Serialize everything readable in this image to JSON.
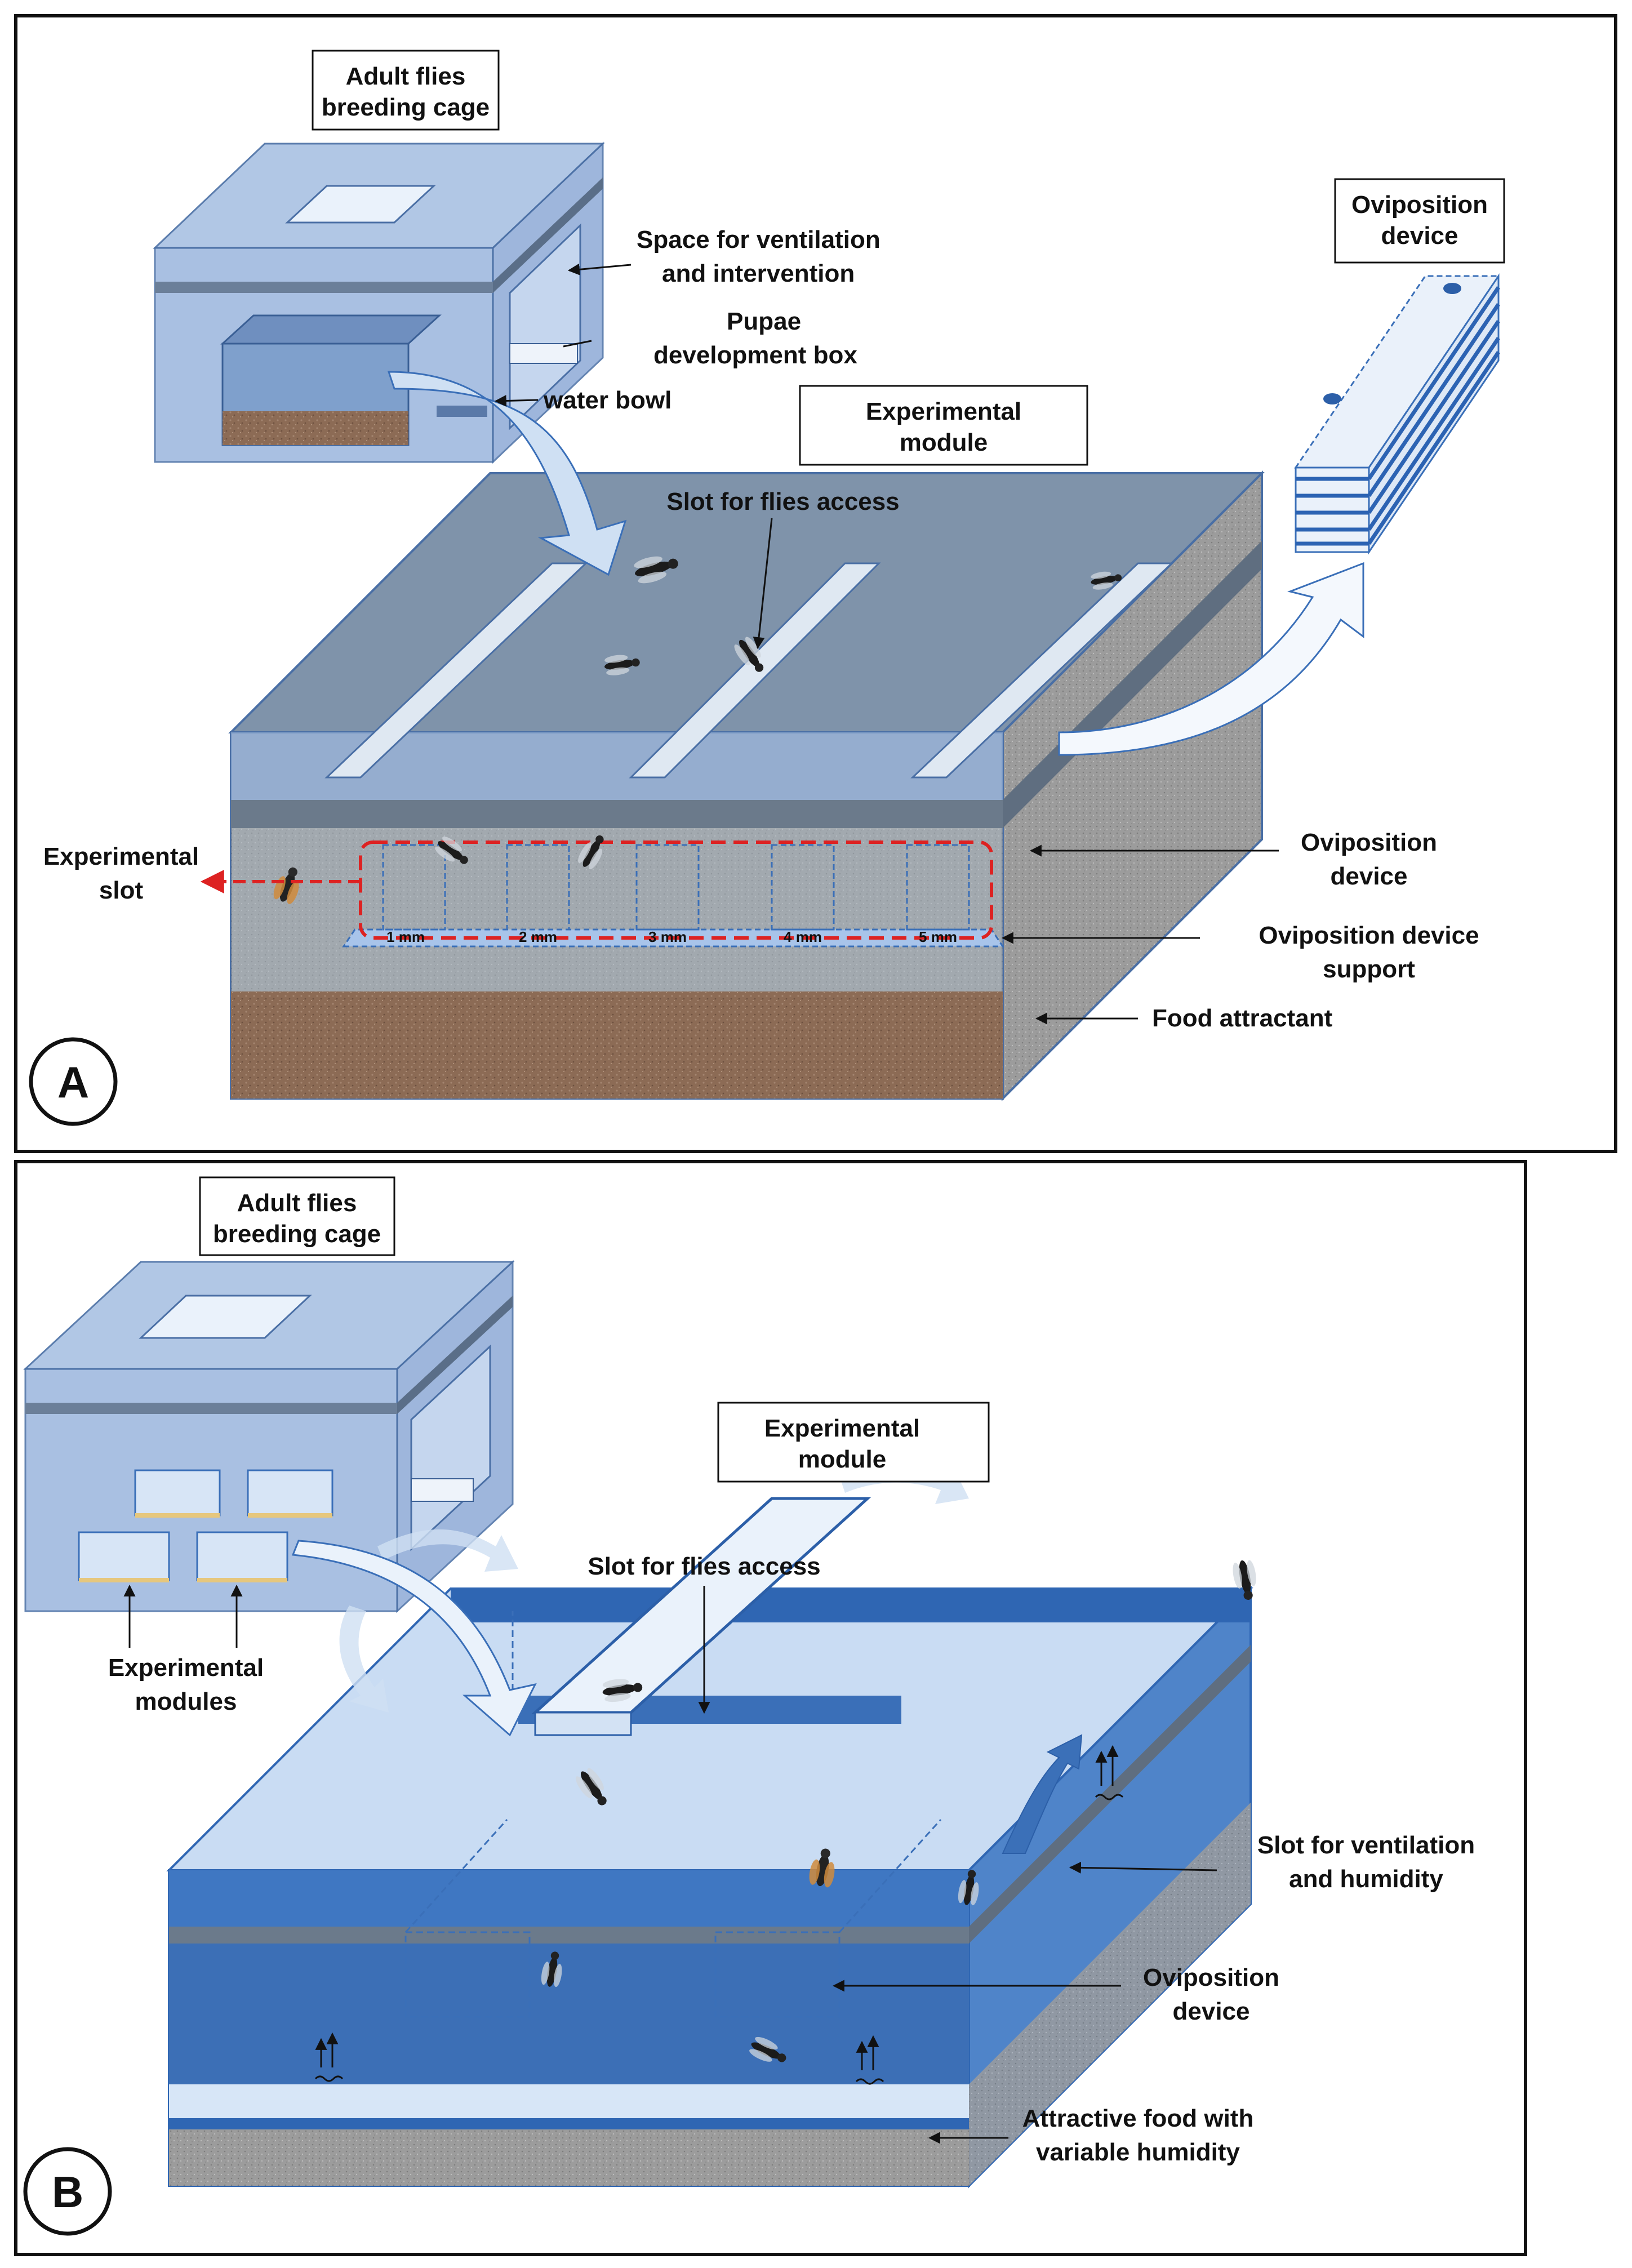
{
  "panel_a": {
    "badge": "A",
    "breeding_cage_label": [
      "Adult flies",
      "breeding cage"
    ],
    "ventilation_space_label": [
      "Space for ventilation",
      "and intervention"
    ],
    "pupae_box_label": [
      "Pupae",
      "development box"
    ],
    "water_bowl_label": "water bowl",
    "experimental_module_label": [
      "Experimental",
      "module"
    ],
    "oviposition_device_box_label": [
      "Oviposition",
      "device"
    ],
    "slot_flies_access_label": "Slot for flies access",
    "experimental_slot_label": [
      "Experimental",
      "slot"
    ],
    "oviposition_device_label": [
      "Oviposition",
      "device"
    ],
    "device_support_label": [
      "Oviposition device",
      "support"
    ],
    "food_attractant_label": "Food attractant",
    "spacing_labels": [
      "1 mm",
      "2 mm",
      "3 mm",
      "4 mm",
      "5 mm"
    ]
  },
  "panel_b": {
    "badge": "B",
    "breeding_cage_label": [
      "Adult flies",
      "breeding cage"
    ],
    "experimental_modules_label": [
      "Experimental",
      "modules"
    ],
    "experimental_module_label": [
      "Experimental",
      "module"
    ],
    "slot_flies_access_label": "Slot for flies access",
    "ventilation_humidity_label": [
      "Slot for ventilation",
      "and humidity"
    ],
    "oviposition_device_label": [
      "Oviposition",
      "device"
    ],
    "food_humidity_label": [
      "Attractive food with",
      "variable humidity"
    ]
  },
  "colors": {
    "frame": "#111111",
    "glass": "#8fb1dc",
    "glass_dark": "#3a6fb8",
    "lid": "#5d7b9f",
    "soil": "#8a6a55",
    "gravel": "#9a9a9a",
    "dashed_red": "#dd2222"
  }
}
